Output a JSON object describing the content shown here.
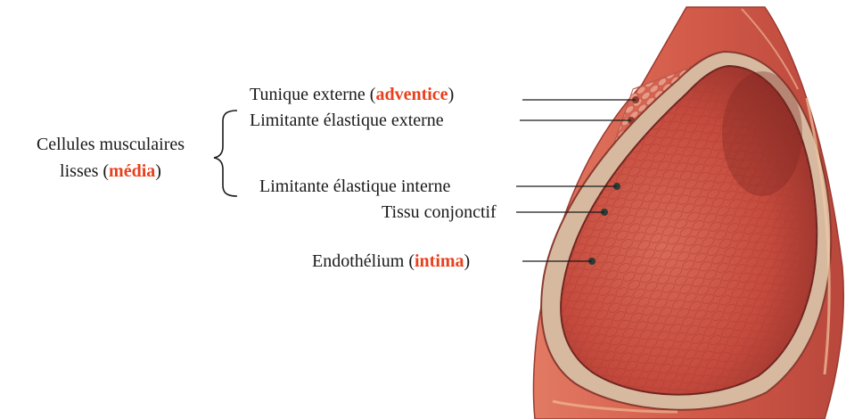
{
  "labels": {
    "adventice": {
      "prefix": "Tunique externe (",
      "highlight": "adventice",
      "suffix": ")"
    },
    "limitante_externe": "Limitante élastique externe",
    "limitante_interne": "Limitante élastique interne",
    "tissu_conjonctif": "Tissu conjonctif",
    "intima": {
      "prefix": "Endothélium (",
      "highlight": "intima",
      "suffix": ")"
    },
    "media": {
      "line1": "Cellules musculaires",
      "prefix": "lisses (",
      "highlight": "média",
      "suffix": ")"
    }
  },
  "colors": {
    "accent": "#e8401c",
    "outer_wall": "#d9634f",
    "inner_lumen": "#c9473d",
    "elastic_layer": "#9bb5ad",
    "connective_tissue": "#e8d7c0"
  }
}
